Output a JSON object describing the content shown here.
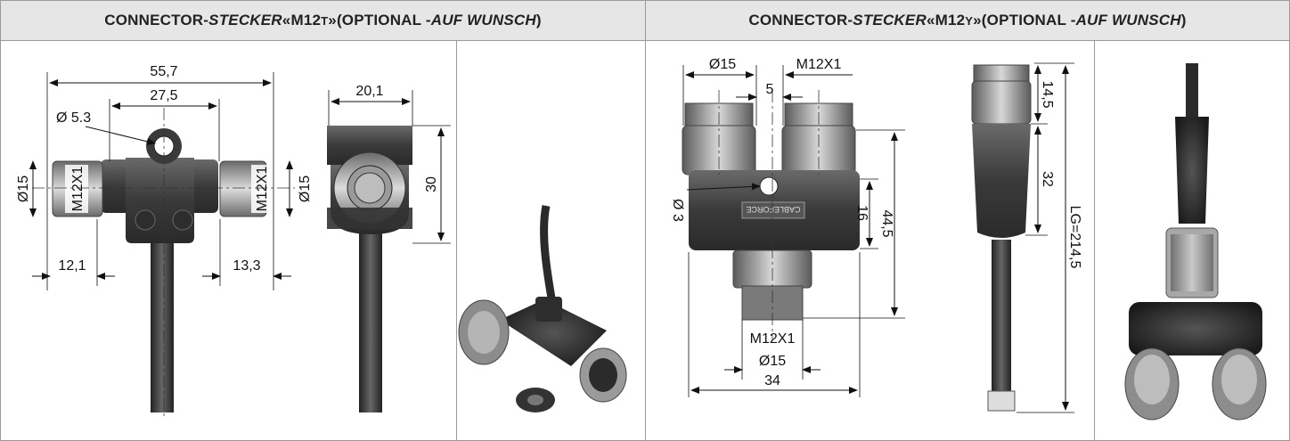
{
  "left_panel": {
    "header": {
      "prefix": "CONNECTOR- ",
      "italic": "STECKER",
      "model_open": " «M12",
      "model_small": "T",
      "model_close": "»",
      "paren_open": " (OPTIONAL - ",
      "paren_italic": "AUF WUNSCH",
      "paren_close": ")"
    },
    "dims": {
      "overall": "55,7",
      "spacing": "27,5",
      "hole": "Ø 5.3",
      "thread_left": "M12X1",
      "thread_right": "M12X1",
      "dia_left": "Ø15",
      "dia_right": "Ø15",
      "offset_left": "12,1",
      "offset_right": "13,3",
      "side_width": "20,1",
      "side_height": "30"
    }
  },
  "right_panel": {
    "header": {
      "prefix": "CONNECTOR- ",
      "italic": "STECKER",
      "model_open": " «M12",
      "model_small": "Y",
      "model_close": "»",
      "paren_open": " (OPTIONAL - ",
      "paren_italic": "AUF WUNSCH",
      "paren_close": ")"
    },
    "dims": {
      "dia_top": "Ø15",
      "thread_top": "M12X1",
      "gap": "5",
      "hole": "Ø 3",
      "body_h": "16",
      "total_h": "44,5",
      "thread_bottom": "M12X1",
      "dia_bottom": "Ø15",
      "width": "34",
      "side_top": "14,5",
      "side_mid": "32",
      "length": "LG=214,5"
    },
    "brand": "CABLEFORCE"
  },
  "colors": {
    "header_bg": "#e6e6e6",
    "border": "#9a9a9a",
    "body": "#3f3f3f",
    "nut": "#8a8a8a"
  }
}
